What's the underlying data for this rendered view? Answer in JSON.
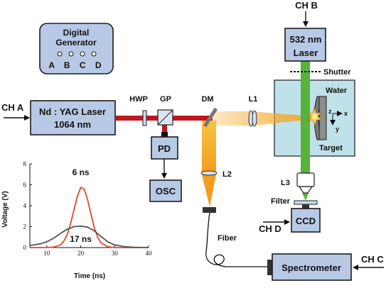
{
  "digital_generator": {
    "title_line1": "Digital",
    "title_line2": "Generator",
    "outputs": "A B C D"
  },
  "nd_yag_laser": {
    "line1": "Nd : YAG Laser",
    "line2": "1064 nm"
  },
  "green_laser": {
    "line1": "532 nm",
    "line2": "Laser"
  },
  "pd": "PD",
  "osc": "OSC",
  "ccd": "CCD",
  "spectrometer": "Spectrometer",
  "channels": {
    "a": "CH A",
    "b": "CH B",
    "c": "CH C",
    "d": "CH D"
  },
  "optics": {
    "hwp": "HWP",
    "gp": "GP",
    "dm": "DM",
    "l1": "L1",
    "l2": "L2",
    "l3": "L3",
    "filter": "Filter",
    "fiber": "Fiber",
    "shutter": "Shutter"
  },
  "chamber": {
    "water": "Water",
    "target": "Target",
    "axis_z": "z",
    "axis_x": "x",
    "axis_y": "y"
  },
  "colors": {
    "ir_beam": "#c0171d",
    "green_beam": "#57b339",
    "plasma_beam": "#f5a623",
    "box_fill": "#b8c9e6",
    "chamber_fill": "#bfe2ea"
  },
  "chart_data": {
    "type": "line",
    "xlabel": "Time (ns)",
    "ylabel": "Voltage (V)",
    "xlim": [
      5,
      40
    ],
    "ylim": [
      0,
      8
    ],
    "xticks": [
      10,
      20,
      30,
      40
    ],
    "yticks": [
      0,
      2,
      4,
      6,
      8
    ],
    "series": [
      {
        "name": "6 ns",
        "color": "#e8452b",
        "x": [
          5,
          10,
          12,
          14,
          15,
          16,
          17,
          18,
          19,
          20,
          21,
          22,
          23,
          24,
          25,
          26,
          28,
          30,
          35,
          40
        ],
        "y": [
          0,
          0,
          0.05,
          0.25,
          0.6,
          1.25,
          2.3,
          3.6,
          4.9,
          5.75,
          5.6,
          4.6,
          3.2,
          1.9,
          1.0,
          0.45,
          0.08,
          0,
          0,
          0
        ]
      },
      {
        "name": "17 ns",
        "color": "#555555",
        "x": [
          5,
          8,
          10,
          12,
          14,
          16,
          18,
          20,
          22,
          24,
          26,
          28,
          30,
          33,
          36,
          40
        ],
        "y": [
          0.2,
          0.35,
          0.55,
          0.9,
          1.35,
          1.75,
          2.0,
          2.05,
          1.95,
          1.6,
          1.05,
          0.55,
          0.25,
          0.08,
          0.02,
          0
        ]
      }
    ],
    "annotations": [
      "6 ns",
      "17 ns"
    ]
  }
}
